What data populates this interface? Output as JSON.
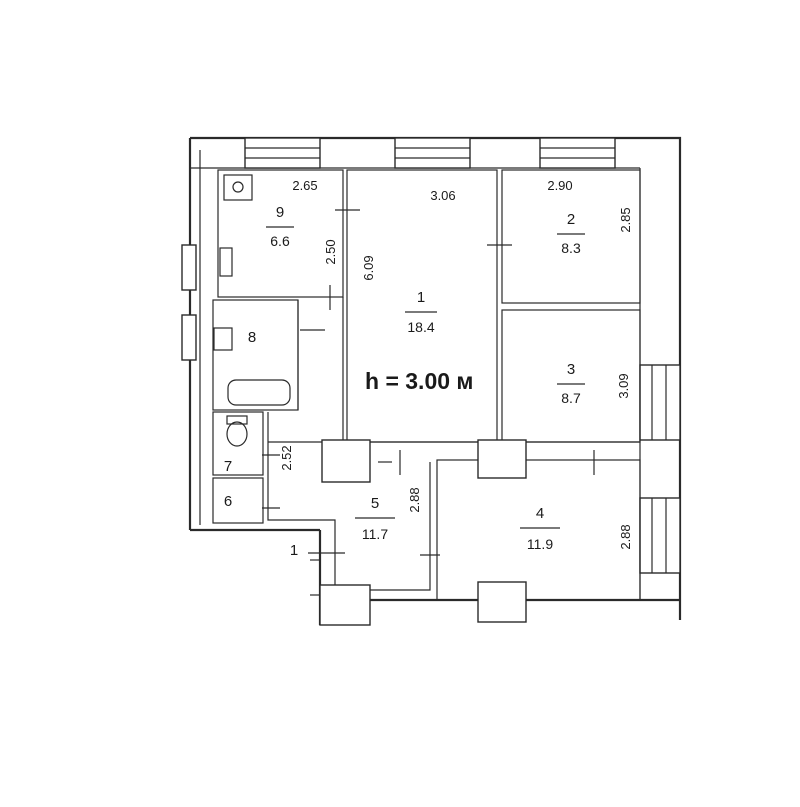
{
  "plan": {
    "height_label": "h = 3.00 м",
    "rooms": [
      {
        "number": "1",
        "area": "18.4"
      },
      {
        "number": "2",
        "area": "8.3"
      },
      {
        "number": "3",
        "area": "8.7"
      },
      {
        "number": "4",
        "area": "11.9"
      },
      {
        "number": "5",
        "area": "11.7"
      },
      {
        "number": "6",
        "area": ""
      },
      {
        "number": "7",
        "area": ""
      },
      {
        "number": "8",
        "area": ""
      },
      {
        "number": "9",
        "area": "6.6"
      }
    ],
    "dimensions": {
      "room9_width": "2.65",
      "room9_depth": "2.50",
      "room1_width": "3.06",
      "room1_depth": "6.09",
      "room2_width": "2.90",
      "room2_depth": "2.85",
      "room3_depth": "3.09",
      "room4_depth": "2.88",
      "room5_depth": "2.88",
      "room7_depth": "2.52"
    },
    "entrance_label": "1"
  }
}
